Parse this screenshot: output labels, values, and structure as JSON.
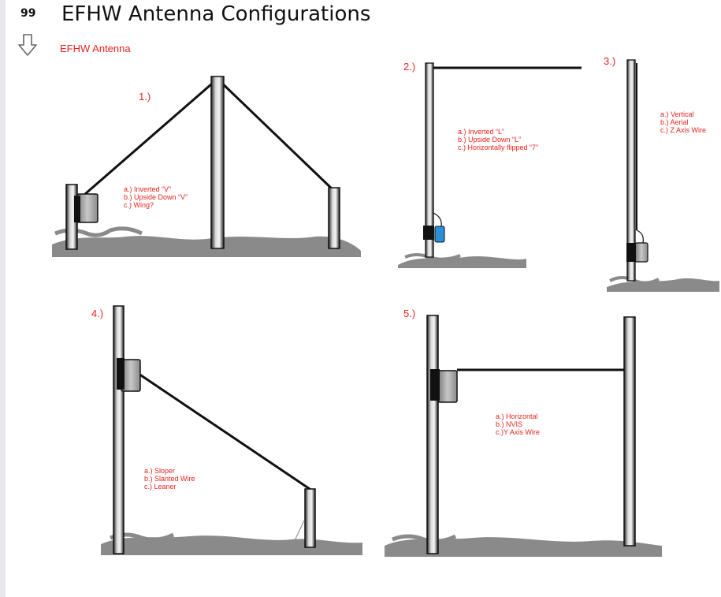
{
  "header": {
    "slide_number": "99",
    "title": "EFHW Antenna Configurations"
  },
  "icons": {
    "download": "arrow-down-outline-icon"
  },
  "colors": {
    "label_red": "#e8231e",
    "pole_dark": "#111111",
    "ground_gray": "#8a8a8a",
    "box_gray": "#bdbdbd",
    "unun_blue": "#2a8fd6"
  },
  "diagram": {
    "caption": "EFHW Antenna",
    "panels": [
      {
        "number": "1.)",
        "names": [
          "a.) Inverted “V”",
          "b.) Upside Down “V”",
          "c.) Wing?"
        ]
      },
      {
        "number": "2.)",
        "names": [
          "a.) Inverted “L”",
          "b.) Upside Down “L”",
          "c.) Horizontally flipped “7”"
        ]
      },
      {
        "number": "3.)",
        "names": [
          "a.) Vertical",
          "b.) Aerial",
          "c.) Z Axis Wire"
        ]
      },
      {
        "number": "4.)",
        "names": [
          "a.) Sloper",
          "b.) Slanted Wire",
          "c.) Leaner"
        ]
      },
      {
        "number": "5.)",
        "names": [
          "a.) Horizontal",
          "b.)  NVIS",
          "c.)Y Axis Wire"
        ]
      }
    ]
  }
}
